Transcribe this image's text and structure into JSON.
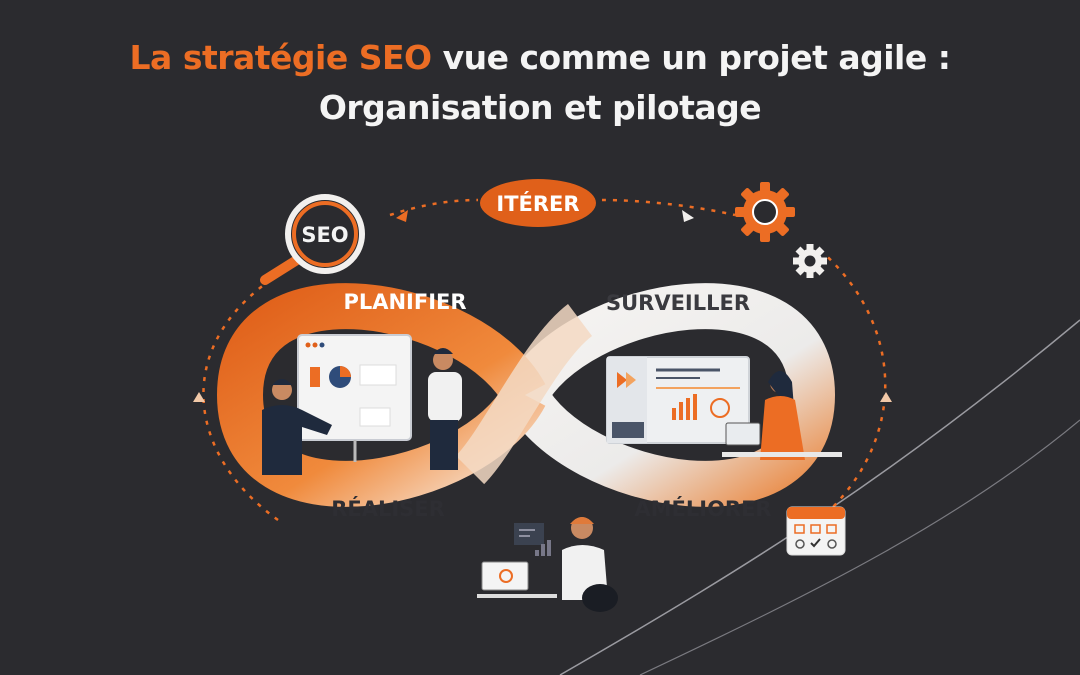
{
  "title": {
    "highlight": "La stratégie SEO",
    "rest": "vue comme un projet agile :",
    "line2": "Organisation et pilotage"
  },
  "cycle": {
    "iterate": "ITÉRER",
    "plan": "PLANIFIER",
    "monitor": "SURVEILLER",
    "execute": "RÉALISER",
    "improve": "AMÉLIORER"
  },
  "badge": {
    "seo": "SEO"
  },
  "icons": [
    "magnifier-icon",
    "gear-icon",
    "small-gear-icon",
    "calendar-icon",
    "arrow-icon"
  ],
  "colors": {
    "background": "#2b2b2f",
    "accent": "#ec6d24",
    "light": "#f2f0ee",
    "navy": "#1f2a3d"
  }
}
